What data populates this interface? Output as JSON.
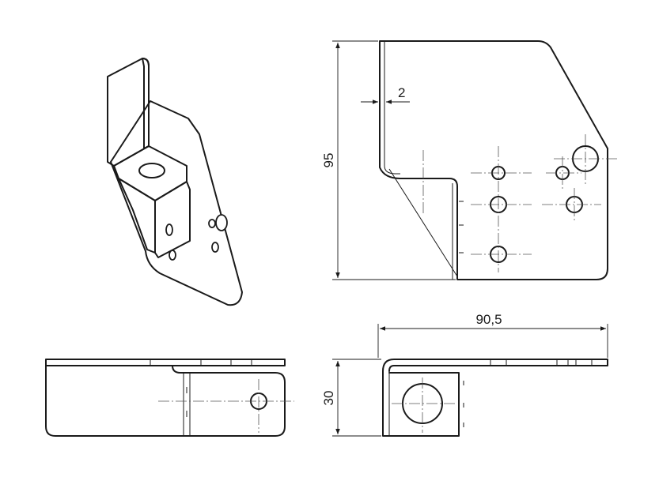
{
  "drawing": {
    "dimensions": {
      "height": "95",
      "thickness": "2",
      "width": "90,5",
      "depth": "30"
    },
    "colors": {
      "line": "#1a1a1a",
      "shade_dark": "#5a5a5a",
      "shade_mid": "#8c8c8c",
      "shade_light": "#d6d6d6"
    }
  }
}
